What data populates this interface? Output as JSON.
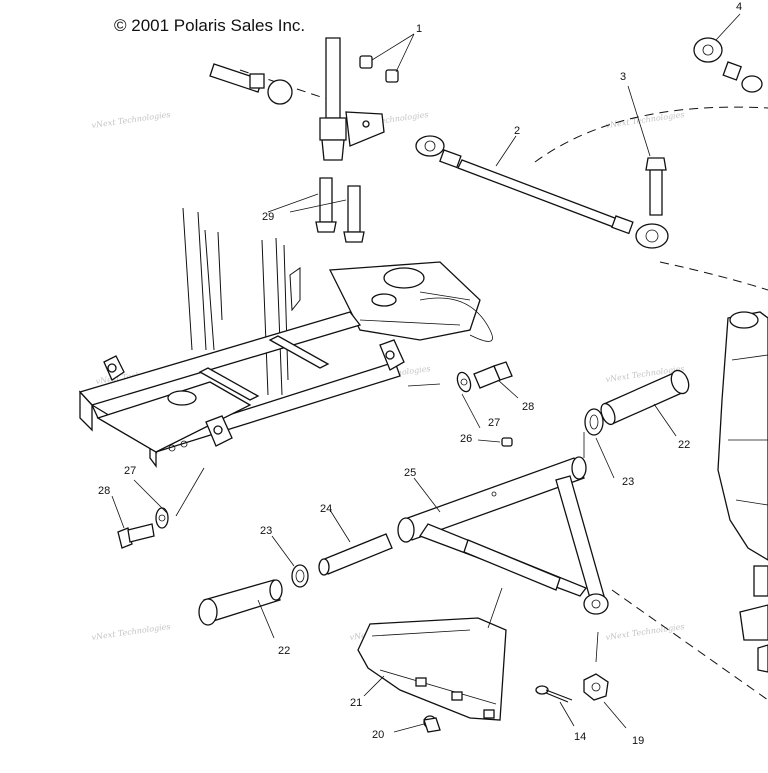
{
  "header": {
    "copyright": "© 2001 Polaris Sales Inc."
  },
  "watermark": {
    "text": "vNext Technologies"
  },
  "callouts": {
    "c1": "1",
    "c2": "2",
    "c3": "3",
    "c4": "4",
    "c14": "14",
    "c19": "19",
    "c20": "20",
    "c21": "21",
    "c22a": "22",
    "c22b": "22",
    "c23a": "23",
    "c23b": "23",
    "c24": "24",
    "c25": "25",
    "c26": "26",
    "c27a": "27",
    "c27b": "27",
    "c28a": "28",
    "c28b": "28",
    "c29": "29"
  }
}
